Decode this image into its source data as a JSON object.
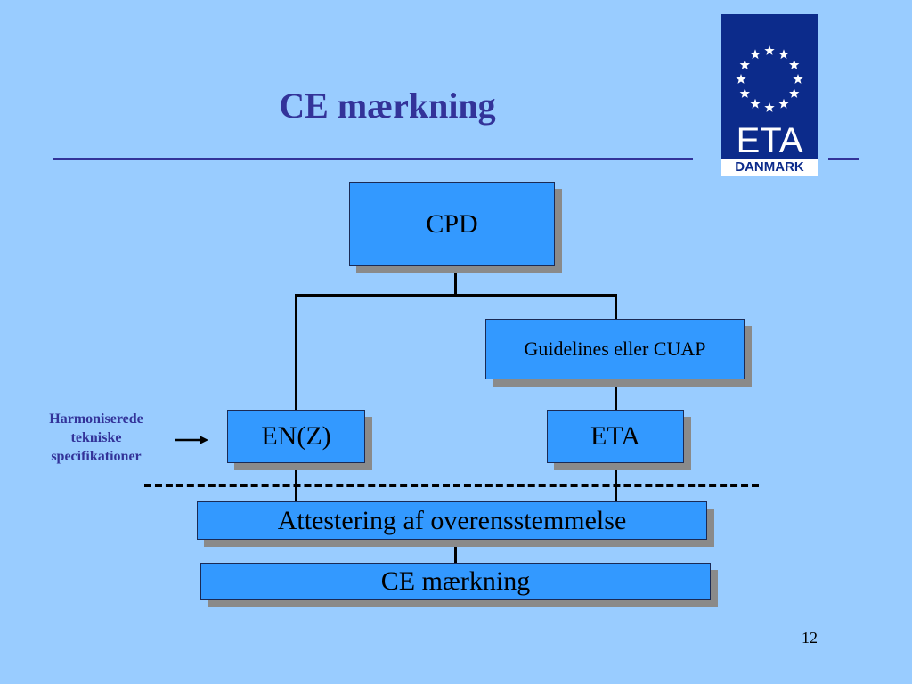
{
  "slide": {
    "title": "CE mærkning",
    "page_number": "12"
  },
  "logo": {
    "main_text": "ETA",
    "sub_text": "DANMARK",
    "star_count": 12
  },
  "colors": {
    "background": "#99ccff",
    "title": "#333399",
    "box_fill": "#3399ff",
    "logo_blue": "#0c2b8b"
  },
  "diagram": {
    "boxes": {
      "cpd": "CPD",
      "guidelines": "Guidelines eller CUAP",
      "enz": "EN(Z)",
      "eta": "ETA",
      "attestation": "Attestering af overensstemmelse",
      "ce": "CE mærkning"
    },
    "side_label": {
      "line1": "Harmoniserede",
      "line2": "tekniske",
      "line3": "specifikationer"
    }
  }
}
